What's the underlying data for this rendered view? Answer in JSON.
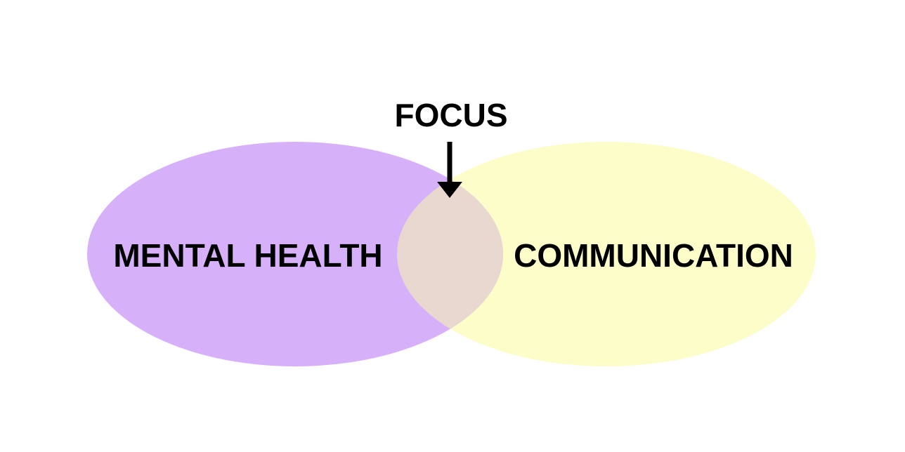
{
  "diagram": {
    "type": "venn",
    "focus_label": "FOCUS",
    "sets": [
      {
        "label": "MENTAL HEALTH",
        "color": "#d7b0fa"
      },
      {
        "label": "COMMUNICATION",
        "color": "#fdfdca"
      }
    ],
    "overlap_color": "#e8d8d0",
    "arrow_color": "#000000",
    "background": "#ffffff"
  }
}
